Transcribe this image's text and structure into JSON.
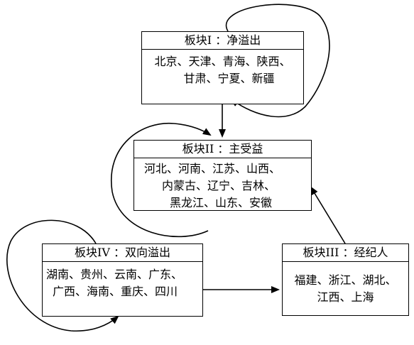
{
  "blocks": [
    {
      "title": "板块I ：净溢出",
      "lines": [
        "北京、天津、青海、陕西、",
        "甘肃、宁夏、新疆"
      ]
    },
    {
      "title": "板块II ：主受益",
      "lines": [
        "河北、河南、江苏、山西、",
        "内蒙古、辽宁、吉林、",
        "黑龙江、山东、安徽"
      ]
    },
    {
      "title": "板块III ：经纪人",
      "lines": [
        "福建、浙江、湖北、",
        "江西、上海"
      ]
    },
    {
      "title": "板块IV ：双向溢出",
      "lines": [
        "湖南、贵州、云南、广东、",
        "广西、海南、重庆、四川"
      ]
    }
  ]
}
